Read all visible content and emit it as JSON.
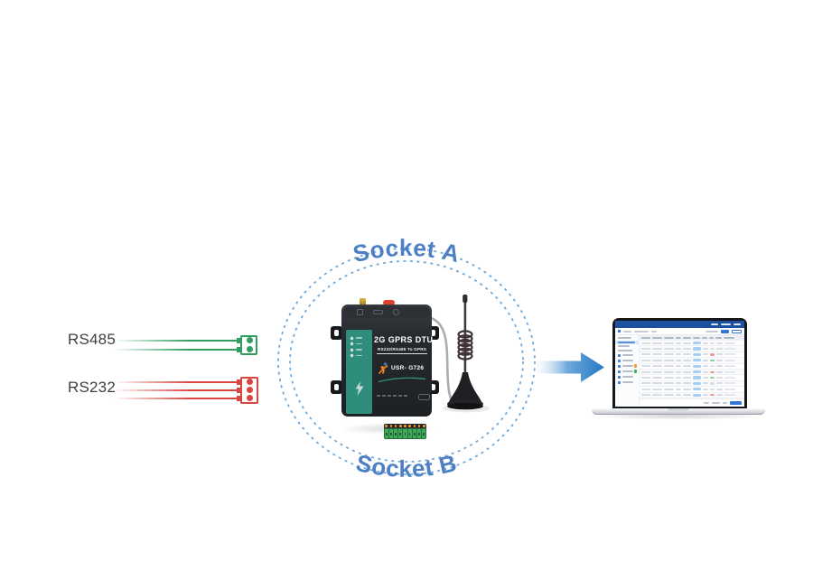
{
  "left_inputs": {
    "rs485": {
      "label": "RS485",
      "color": "#2f9e60",
      "wires": 2
    },
    "rs232": {
      "label": "RS232",
      "color": "#d9453f",
      "wires": 3
    }
  },
  "hub": {
    "socket_a_label": "Socket A",
    "socket_b_label": "Socket B",
    "ring_color": "#71a9da",
    "label_color": "#4c7fc3"
  },
  "device": {
    "title": "2G GPRS DTU",
    "subtitle": "RS232/RS485 To GPRS",
    "model": "USR- G726",
    "body_color": "#26292d",
    "panel_color": "#2f8d7b",
    "leds": 4,
    "terminal_pins": 9
  },
  "arrow": {
    "color": "#2679c2"
  },
  "laptop": {
    "header_color": "#1d509f",
    "accent_color": "#3478d6",
    "sidebar": {
      "tree_items": 4,
      "menu_items": 6,
      "badge_colors": [
        "#f59a23",
        "#35b558"
      ]
    },
    "table": {
      "rows": 13,
      "red_rows": [
        2,
        5,
        9
      ],
      "green_rows": [
        3,
        6,
        11
      ]
    }
  }
}
